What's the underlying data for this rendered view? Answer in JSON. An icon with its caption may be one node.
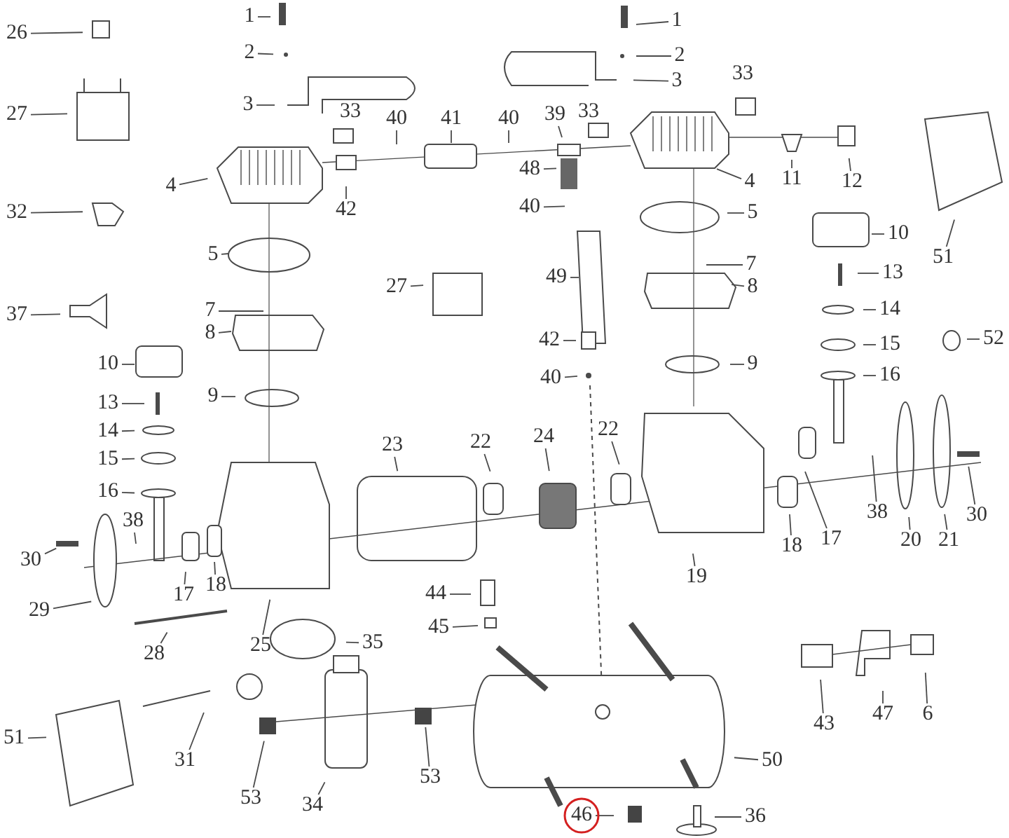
{
  "diagram": {
    "nodes": [
      {
        "text": [
          "26"
        ]
      },
      {
        "text": [
          "1"
        ]
      },
      {
        "text": [
          "1"
        ]
      },
      {
        "text": [
          "2"
        ]
      },
      {
        "text": [
          "2"
        ]
      },
      {
        "text": [
          "3"
        ]
      },
      {
        "text": [
          "3"
        ]
      },
      {
        "text": [
          "27"
        ]
      },
      {
        "text": [
          "40"
        ]
      },
      {
        "text": [
          "41"
        ]
      },
      {
        "text": [
          "40"
        ]
      },
      {
        "text": [
          "39"
        ]
      },
      {
        "text": [
          "48"
        ]
      },
      {
        "text": [
          "4"
        ]
      },
      {
        "text": [
          "4"
        ]
      },
      {
        "text": [
          "11"
        ]
      },
      {
        "text": [
          "12"
        ]
      },
      {
        "text": [
          "40"
        ]
      },
      {
        "text": [
          "42"
        ]
      },
      {
        "text": [
          "32"
        ]
      },
      {
        "text": [
          "5"
        ]
      },
      {
        "text": [
          "5"
        ]
      },
      {
        "text": [
          "10"
        ]
      },
      {
        "text": [
          "51"
        ]
      },
      {
        "text": [
          "7"
        ]
      },
      {
        "text": [
          "13"
        ]
      },
      {
        "text": [
          "49"
        ]
      },
      {
        "text": [
          "27"
        ]
      },
      {
        "text": [
          "8"
        ]
      },
      {
        "text": [
          "7"
        ]
      },
      {
        "text": [
          "37"
        ]
      },
      {
        "text": [
          "8"
        ]
      },
      {
        "text": [
          "14"
        ]
      },
      {
        "text": [
          "52"
        ]
      },
      {
        "text": [
          "42"
        ]
      },
      {
        "text": [
          "15"
        ]
      },
      {
        "text": [
          "10"
        ]
      },
      {
        "text": [
          "9"
        ]
      },
      {
        "text": [
          "40"
        ]
      },
      {
        "text": [
          "16"
        ]
      },
      {
        "text": [
          "9"
        ]
      },
      {
        "text": [
          "13"
        ]
      },
      {
        "text": [
          "14"
        ]
      },
      {
        "text": [
          "22"
        ]
      },
      {
        "text": [
          "24"
        ]
      },
      {
        "text": [
          "23"
        ]
      },
      {
        "text": [
          "22"
        ]
      },
      {
        "text": [
          "15"
        ]
      },
      {
        "text": [
          "16"
        ]
      },
      {
        "text": [
          "30"
        ]
      },
      {
        "text": [
          "38"
        ]
      },
      {
        "text": [
          "38"
        ]
      },
      {
        "text": [
          "17"
        ]
      },
      {
        "text": [
          "20"
        ]
      },
      {
        "text": [
          "21"
        ]
      },
      {
        "text": [
          "18"
        ]
      },
      {
        "text": [
          "30"
        ]
      },
      {
        "text": [
          "19"
        ]
      },
      {
        "text": [
          "18"
        ]
      },
      {
        "text": [
          "17"
        ]
      },
      {
        "text": [
          "44"
        ]
      },
      {
        "text": [
          "29"
        ]
      },
      {
        "text": [
          "45"
        ]
      },
      {
        "text": [
          "35"
        ]
      },
      {
        "text": [
          "25"
        ]
      },
      {
        "text": [
          "28"
        ]
      },
      {
        "text": [
          "47"
        ]
      },
      {
        "text": [
          "6"
        ]
      },
      {
        "text": [
          "43"
        ]
      },
      {
        "text": [
          "51"
        ]
      },
      {
        "text": [
          "31"
        ]
      },
      {
        "text": [
          "50"
        ]
      },
      {
        "text": [
          "53"
        ]
      },
      {
        "text": [
          "53"
        ]
      },
      {
        "text": [
          "34"
        ]
      },
      {
        "text": [
          "46"
        ]
      },
      {
        "text": [
          "36"
        ]
      }
    ],
    "edges": [
      {
        "from": 0,
        "to": null,
        "arrow": "none"
      },
      {
        "from": 1,
        "to": null,
        "arrow": "none"
      },
      {
        "from": 2,
        "to": null,
        "arrow": "none"
      },
      {
        "from": 3,
        "to": null,
        "arrow": "none"
      },
      {
        "from": 4,
        "to": null,
        "arrow": "none"
      },
      {
        "from": 5,
        "to": null,
        "arrow": "none"
      },
      {
        "from": 6,
        "to": null,
        "arrow": "none"
      },
      {
        "from": 7,
        "to": null,
        "arrow": "none"
      },
      {
        "from": 8,
        "to": null,
        "arrow": "none"
      },
      {
        "from": 9,
        "to": null,
        "arrow": "none"
      },
      {
        "from": 10,
        "to": null,
        "arrow": "none"
      },
      {
        "from": 11,
        "to": null,
        "arrow": "none"
      },
      {
        "from": 12,
        "to": null,
        "arrow": "none"
      },
      {
        "from": 13,
        "to": null,
        "arrow": "none"
      },
      {
        "from": 14,
        "to": null,
        "arrow": "none"
      },
      {
        "from": 15,
        "to": null,
        "arrow": "none"
      },
      {
        "from": 16,
        "to": null,
        "arrow": "none"
      },
      {
        "from": 17,
        "to": null,
        "arrow": "none"
      },
      {
        "from": 18,
        "to": null,
        "arrow": "none"
      },
      {
        "from": 19,
        "to": null,
        "arrow": "none"
      },
      {
        "from": 20,
        "to": null,
        "arrow": "none"
      },
      {
        "from": 21,
        "to": null,
        "arrow": "none"
      },
      {
        "from": 22,
        "to": null,
        "arrow": "none"
      },
      {
        "from": 23,
        "to": null,
        "arrow": "none"
      },
      {
        "from": 24,
        "to": null,
        "arrow": "none"
      },
      {
        "from": 25,
        "to": null,
        "arrow": "none"
      },
      {
        "from": 26,
        "to": null,
        "arrow": "none"
      },
      {
        "from": 27,
        "to": null,
        "arrow": "none"
      },
      {
        "from": 28,
        "to": null,
        "arrow": "none"
      },
      {
        "from": 29,
        "to": null,
        "arrow": "none"
      },
      {
        "from": 30,
        "to": null,
        "arrow": "none"
      },
      {
        "from": 31,
        "to": null,
        "arrow": "none"
      },
      {
        "from": 32,
        "to": null,
        "arrow": "none"
      },
      {
        "from": 33,
        "to": null,
        "arrow": "none"
      },
      {
        "from": 34,
        "to": null,
        "arrow": "none"
      },
      {
        "from": 35,
        "to": null,
        "arrow": "none"
      },
      {
        "from": 36,
        "to": null,
        "arrow": "none"
      },
      {
        "from": 37,
        "to": null,
        "arrow": "none"
      },
      {
        "from": 38,
        "to": null,
        "arrow": "none"
      },
      {
        "from": 39,
        "to": null,
        "arrow": "none"
      },
      {
        "from": 40,
        "to": null,
        "arrow": "none"
      },
      {
        "from": 41,
        "to": null,
        "arrow": "none"
      },
      {
        "from": 42,
        "to": null,
        "arrow": "none"
      },
      {
        "from": 43,
        "to": null,
        "arrow": "none"
      },
      {
        "from": 44,
        "to": null,
        "arrow": "none"
      },
      {
        "from": 45,
        "to": null,
        "arrow": "none"
      },
      {
        "from": 46,
        "to": null,
        "arrow": "none"
      },
      {
        "from": 47,
        "to": null,
        "arrow": "none"
      },
      {
        "from": 48,
        "to": null,
        "arrow": "none"
      },
      {
        "from": 49,
        "to": null,
        "arrow": "none"
      },
      {
        "from": 50,
        "to": null,
        "arrow": "none"
      },
      {
        "from": 51,
        "to": null,
        "arrow": "none"
      },
      {
        "from": 52,
        "to": null,
        "arrow": "none"
      },
      {
        "from": 53,
        "to": null,
        "arrow": "none"
      },
      {
        "from": 54,
        "to": null,
        "arrow": "none"
      },
      {
        "from": 55,
        "to": null,
        "arrow": "none"
      },
      {
        "from": 56,
        "to": null,
        "arrow": "none"
      },
      {
        "from": 57,
        "to": null,
        "arrow": "none"
      },
      {
        "from": 58,
        "to": null,
        "arrow": "none"
      },
      {
        "from": 59,
        "to": null,
        "arrow": "none"
      },
      {
        "from": 60,
        "to": null,
        "arrow": "none"
      },
      {
        "from": 61,
        "to": null,
        "arrow": "none"
      },
      {
        "from": 62,
        "to": null,
        "arrow": "none"
      },
      {
        "from": 63,
        "to": null,
        "arrow": "none"
      },
      {
        "from": 64,
        "to": null,
        "arrow": "none"
      },
      {
        "from": 65,
        "to": null,
        "arrow": "none"
      },
      {
        "from": 66,
        "to": null,
        "arrow": "none"
      },
      {
        "from": 67,
        "to": null,
        "arrow": "none"
      },
      {
        "from": 68,
        "to": null,
        "arrow": "none"
      },
      {
        "from": 69,
        "to": null,
        "arrow": "none"
      },
      {
        "from": 70,
        "to": null,
        "arrow": "none"
      },
      {
        "from": 71,
        "to": null,
        "arrow": "none"
      },
      {
        "from": 72,
        "to": null,
        "arrow": "none"
      },
      {
        "from": 73,
        "to": null,
        "arrow": "none"
      },
      {
        "from": 74,
        "to": null,
        "arrow": "none"
      },
      {
        "from": 75,
        "to": null,
        "arrow": "none"
      },
      {
        "from": 76,
        "to": null,
        "arrow": "none"
      }
    ],
    "labels": [
      "33",
      "33",
      "33"
    ]
  }
}
